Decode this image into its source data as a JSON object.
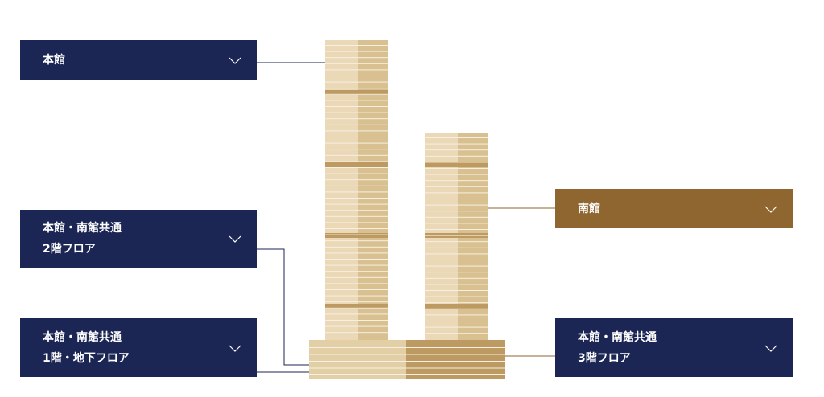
{
  "colors": {
    "navy": "#1b2654",
    "gold": "#8f6530",
    "connector_navy": "#1b2654",
    "connector_gold": "#8f6530",
    "tower_light": "#ead8b6",
    "tower_mid": "#d8c090",
    "tower_dark": "#bc9a62",
    "slab_gap": "#f7f0e2"
  },
  "icons": {
    "expand": "chevron-down-icon"
  },
  "panels": {
    "main": {
      "line1": "本館"
    },
    "shared_2f": {
      "line1": "本館・南館共通",
      "line2": "2階フロア"
    },
    "shared_1f": {
      "line1": "本館・南館共通",
      "line2": "1階・地下フロア"
    },
    "south": {
      "line1": "南館"
    },
    "shared_3f": {
      "line1": "本館・南館共通",
      "line2": "3階フロア"
    }
  }
}
